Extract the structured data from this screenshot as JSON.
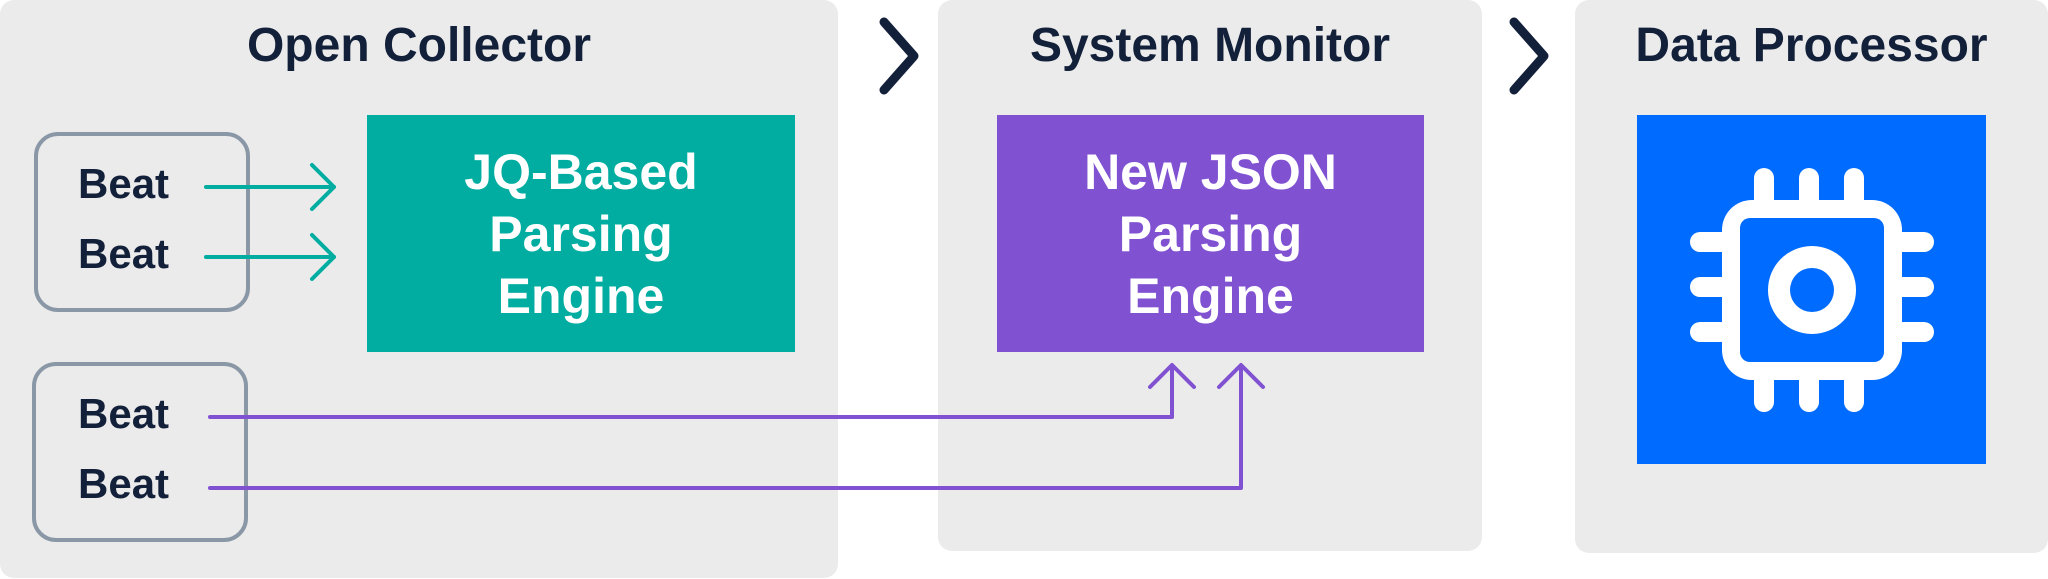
{
  "colors": {
    "panel_bg": "#ebebeb",
    "text_dark": "#13203a",
    "teal": "#00ada0",
    "purple": "#8052d2",
    "blue": "#006bff",
    "group_border": "#8a97a6"
  },
  "stages": [
    {
      "title": "Open Collector"
    },
    {
      "title": "System Monitor"
    },
    {
      "title": "Data Processor"
    }
  ],
  "engines": {
    "jq": {
      "line1": "JQ-Based",
      "line2": "Parsing",
      "line3": "Engine"
    },
    "json": {
      "line1": "New JSON",
      "line2": "Parsing",
      "line3": "Engine"
    }
  },
  "processor_icon": "cpu-chip-icon",
  "groups": [
    {
      "beats": [
        "Beat",
        "Beat"
      ]
    },
    {
      "beats": [
        "Beat",
        "Beat"
      ]
    }
  ]
}
